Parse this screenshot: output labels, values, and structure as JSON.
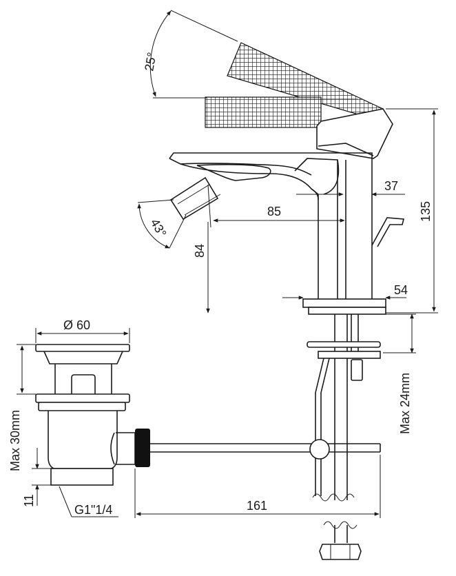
{
  "dimensions": {
    "angle_lever": "25°",
    "angle_spout": "43°",
    "spout_reach": "85",
    "spout_offset": "37",
    "height_spout": "84",
    "height_total": "135",
    "base_width": "54",
    "waste_diameter": "Ø 60",
    "waste_max": "Max 30mm",
    "deck_max": "Max 24mm",
    "thread_height": "11",
    "thread_size": "G1\"1/4",
    "rod_length": "161"
  }
}
